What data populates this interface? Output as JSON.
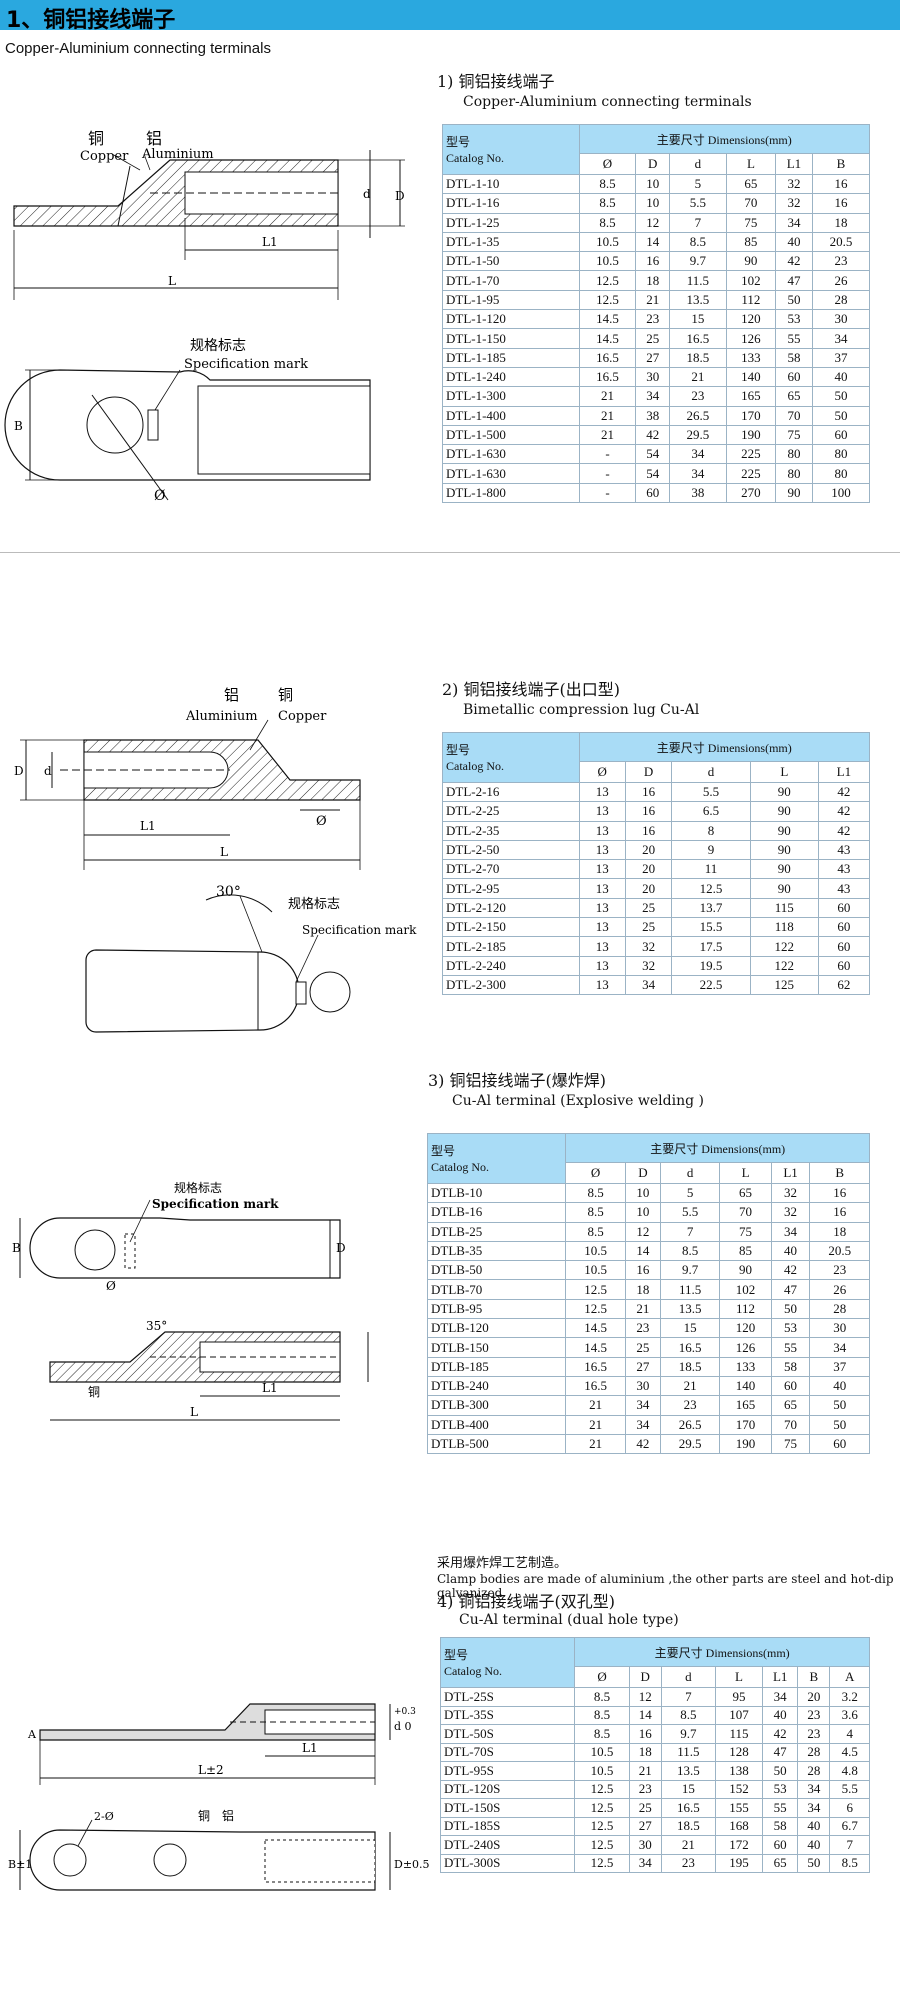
{
  "header": {
    "title": "1、铜铝接线端子",
    "subtitle": "Copper-Aluminium connecting terminals"
  },
  "sections": [
    {
      "title": "1) 铜铝接线端子",
      "subtitle": "Copper-Aluminium connecting terminals",
      "head_cat_cn": "型号",
      "head_cat_en": "Catalog No.",
      "head_dims": "主要尺寸 Dimensions(mm)",
      "columns": [
        "Ø",
        "D",
        "d",
        "L",
        "L1",
        "B"
      ],
      "rows": [
        [
          "DTL-1-10",
          "8.5",
          "10",
          "5",
          "65",
          "32",
          "16"
        ],
        [
          "DTL-1-16",
          "8.5",
          "10",
          "5.5",
          "70",
          "32",
          "16"
        ],
        [
          "DTL-1-25",
          "8.5",
          "12",
          "7",
          "75",
          "34",
          "18"
        ],
        [
          "DTL-1-35",
          "10.5",
          "14",
          "8.5",
          "85",
          "40",
          "20.5"
        ],
        [
          "DTL-1-50",
          "10.5",
          "16",
          "9.7",
          "90",
          "42",
          "23"
        ],
        [
          "DTL-1-70",
          "12.5",
          "18",
          "11.5",
          "102",
          "47",
          "26"
        ],
        [
          "DTL-1-95",
          "12.5",
          "21",
          "13.5",
          "112",
          "50",
          "28"
        ],
        [
          "DTL-1-120",
          "14.5",
          "23",
          "15",
          "120",
          "53",
          "30"
        ],
        [
          "DTL-1-150",
          "14.5",
          "25",
          "16.5",
          "126",
          "55",
          "34"
        ],
        [
          "DTL-1-185",
          "16.5",
          "27",
          "18.5",
          "133",
          "58",
          "37"
        ],
        [
          "DTL-1-240",
          "16.5",
          "30",
          "21",
          "140",
          "60",
          "40"
        ],
        [
          "DTL-1-300",
          "21",
          "34",
          "23",
          "165",
          "65",
          "50"
        ],
        [
          "DTL-1-400",
          "21",
          "38",
          "26.5",
          "170",
          "70",
          "50"
        ],
        [
          "DTL-1-500",
          "21",
          "42",
          "29.5",
          "190",
          "75",
          "60"
        ],
        [
          "DTL-1-630",
          "-",
          "54",
          "34",
          "225",
          "80",
          "80"
        ],
        [
          "DTL-1-630",
          "-",
          "54",
          "34",
          "225",
          "80",
          "80"
        ],
        [
          "DTL-1-800",
          "-",
          "60",
          "38",
          "270",
          "90",
          "100"
        ]
      ]
    },
    {
      "title": "2) 铜铝接线端子(出口型)",
      "subtitle": "Bimetallic compression lug Cu-Al",
      "head_cat_cn": "型号",
      "head_cat_en": "Catalog No.",
      "head_dims": "主要尺寸 Dimensions(mm)",
      "columns": [
        "Ø",
        "D",
        "d",
        "L",
        "L1"
      ],
      "rows": [
        [
          "DTL-2-16",
          "13",
          "16",
          "5.5",
          "90",
          "42"
        ],
        [
          "DTL-2-25",
          "13",
          "16",
          "6.5",
          "90",
          "42"
        ],
        [
          "DTL-2-35",
          "13",
          "16",
          "8",
          "90",
          "42"
        ],
        [
          "DTL-2-50",
          "13",
          "20",
          "9",
          "90",
          "43"
        ],
        [
          "DTL-2-70",
          "13",
          "20",
          "11",
          "90",
          "43"
        ],
        [
          "DTL-2-95",
          "13",
          "20",
          "12.5",
          "90",
          "43"
        ],
        [
          "DTL-2-120",
          "13",
          "25",
          "13.7",
          "115",
          "60"
        ],
        [
          "DTL-2-150",
          "13",
          "25",
          "15.5",
          "118",
          "60"
        ],
        [
          "DTL-2-185",
          "13",
          "32",
          "17.5",
          "122",
          "60"
        ],
        [
          "DTL-2-240",
          "13",
          "32",
          "19.5",
          "122",
          "60"
        ],
        [
          "DTL-2-300",
          "13",
          "34",
          "22.5",
          "125",
          "62"
        ]
      ]
    },
    {
      "title": "3) 铜铝接线端子(爆炸焊)",
      "subtitle": "Cu-Al terminal (Explosive welding )",
      "head_cat_cn": "型号",
      "head_cat_en": "Catalog No.",
      "head_dims": "主要尺寸 Dimensions(mm)",
      "columns": [
        "Ø",
        "D",
        "d",
        "L",
        "L1",
        "B"
      ],
      "rows": [
        [
          "DTLB-10",
          "8.5",
          "10",
          "5",
          "65",
          "32",
          "16"
        ],
        [
          "DTLB-16",
          "8.5",
          "10",
          "5.5",
          "70",
          "32",
          "16"
        ],
        [
          "DTLB-25",
          "8.5",
          "12",
          "7",
          "75",
          "34",
          "18"
        ],
        [
          "DTLB-35",
          "10.5",
          "14",
          "8.5",
          "85",
          "40",
          "20.5"
        ],
        [
          "DTLB-50",
          "10.5",
          "16",
          "9.7",
          "90",
          "42",
          "23"
        ],
        [
          "DTLB-70",
          "12.5",
          "18",
          "11.5",
          "102",
          "47",
          "26"
        ],
        [
          "DTLB-95",
          "12.5",
          "21",
          "13.5",
          "112",
          "50",
          "28"
        ],
        [
          "DTLB-120",
          "14.5",
          "23",
          "15",
          "120",
          "53",
          "30"
        ],
        [
          "DTLB-150",
          "14.5",
          "25",
          "16.5",
          "126",
          "55",
          "34"
        ],
        [
          "DTLB-185",
          "16.5",
          "27",
          "18.5",
          "133",
          "58",
          "37"
        ],
        [
          "DTLB-240",
          "16.5",
          "30",
          "21",
          "140",
          "60",
          "40"
        ],
        [
          "DTLB-300",
          "21",
          "34",
          "23",
          "165",
          "65",
          "50"
        ],
        [
          "DTLB-400",
          "21",
          "34",
          "26.5",
          "170",
          "70",
          "50"
        ],
        [
          "DTLB-500",
          "21",
          "42",
          "29.5",
          "190",
          "75",
          "60"
        ]
      ],
      "note_cn": "采用爆炸焊工艺制造。",
      "note_en": "Clamp bodies are made of aluminium ,the other parts are steel and hot-dip galvanized."
    },
    {
      "title": "4) 铜铝接线端子(双孔型)",
      "subtitle": "Cu-Al terminal (dual hole type)",
      "head_cat_cn": "型号",
      "head_cat_en": "Catalog No.",
      "head_dims": "主要尺寸 Dimensions(mm)",
      "columns": [
        "Ø",
        "D",
        "d",
        "L",
        "L1",
        "B",
        "A"
      ],
      "rows": [
        [
          "DTL-25S",
          "8.5",
          "12",
          "7",
          "95",
          "34",
          "20",
          "3.2"
        ],
        [
          "DTL-35S",
          "8.5",
          "14",
          "8.5",
          "107",
          "40",
          "23",
          "3.6"
        ],
        [
          "DTL-50S",
          "8.5",
          "16",
          "9.7",
          "115",
          "42",
          "23",
          "4"
        ],
        [
          "DTL-70S",
          "10.5",
          "18",
          "11.5",
          "128",
          "47",
          "28",
          "4.5"
        ],
        [
          "DTL-95S",
          "10.5",
          "21",
          "13.5",
          "138",
          "50",
          "28",
          "4.8"
        ],
        [
          "DTL-120S",
          "12.5",
          "23",
          "15",
          "152",
          "53",
          "34",
          "5.5"
        ],
        [
          "DTL-150S",
          "12.5",
          "25",
          "16.5",
          "155",
          "55",
          "34",
          "6"
        ],
        [
          "DTL-185S",
          "12.5",
          "27",
          "18.5",
          "168",
          "58",
          "40",
          "6.7"
        ],
        [
          "DTL-240S",
          "12.5",
          "30",
          "21",
          "172",
          "60",
          "40",
          "7"
        ],
        [
          "DTL-300S",
          "12.5",
          "34",
          "23",
          "195",
          "65",
          "50",
          "8.5"
        ]
      ]
    }
  ],
  "drawings": {
    "d1": {
      "copper_cn": "铜",
      "aluminium_cn": "铝",
      "copper_en": "Copper",
      "aluminium_en": "Aluminium",
      "spec_cn": "规格标志",
      "spec_en": "Specification mark",
      "dim_d": "d",
      "dim_D": "D",
      "dim_L1": "L1",
      "dim_L": "L",
      "dim_B": "B",
      "dim_phi": "Ø"
    },
    "d2": {
      "aluminium_cn": "铝",
      "copper_cn": "铜",
      "aluminium_en": "Aluminium",
      "copper_en": "Copper",
      "spec_cn": "规格标志",
      "spec_en": "Specification mark",
      "angle": "30°",
      "dim_D": "D",
      "dim_d": "d",
      "dim_L1": "L1",
      "dim_L": "L",
      "dim_phi": "Ø"
    },
    "d3": {
      "spec_cn": "规格标志",
      "spec_en": "Specification mark",
      "angle": "35°",
      "copper_cn": "铜",
      "dim_B": "B",
      "dim_D": "D",
      "dim_phi": "Ø",
      "dim_L1": "L1",
      "dim_L": "L"
    },
    "d4": {
      "dim_L1": "L1",
      "dim_L": "L±2",
      "dim_A": "A",
      "dim_d": "d 0",
      "dim_d_tol": "+0.3",
      "dim_holes": "2-Ø",
      "copper_cn": "铜",
      "aluminium_cn": "铝",
      "dim_B": "B±1",
      "dim_D": "D±0.5"
    }
  },
  "colors": {
    "title_bar": "#2aa8df",
    "table_header": "#a9dcf6",
    "table_border": "#9bb3c5"
  }
}
